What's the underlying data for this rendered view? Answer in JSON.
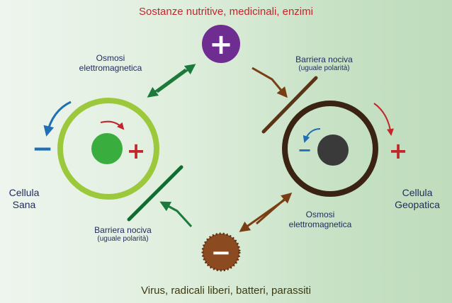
{
  "labels": {
    "top_title": "Sostanze nutritive, medicinali, enzimi",
    "bottom_title": "Virus, radicali liberi, batteri, parassiti",
    "osmosis_left": {
      "line1": "Osmosi",
      "line2": "elettromagnetica"
    },
    "osmosis_right": {
      "line1": "Osmosi",
      "line2": "elettromagnetica"
    },
    "barrier_right": {
      "line1": "Barriera nociva",
      "line2": "(uguale polarità)"
    },
    "barrier_left": {
      "line1": "Barriera nociva",
      "line2": "(uguale polarità)"
    },
    "cell_sana": {
      "line1": "Cellula",
      "line2": "Sana"
    },
    "cell_geopatica": {
      "line1": "Cellula",
      "line2": "Geopatica"
    }
  },
  "symbols": {
    "plus": "+",
    "minus": "−"
  },
  "colors": {
    "healthy_ring": "#9cc83b",
    "healthy_nucleus": "#3aad3f",
    "geo_ring": "#3b2313",
    "geo_nucleus": "#3a3a3a",
    "nutrients": "#6f2c91",
    "virus": "#8b4a20",
    "plus_red": "#c0272d",
    "minus_blue": "#1f6fb5",
    "arrow_green": "#1c7a3a",
    "arrow_brown": "#7a3e14",
    "text_navy": "#1f2a5c"
  }
}
